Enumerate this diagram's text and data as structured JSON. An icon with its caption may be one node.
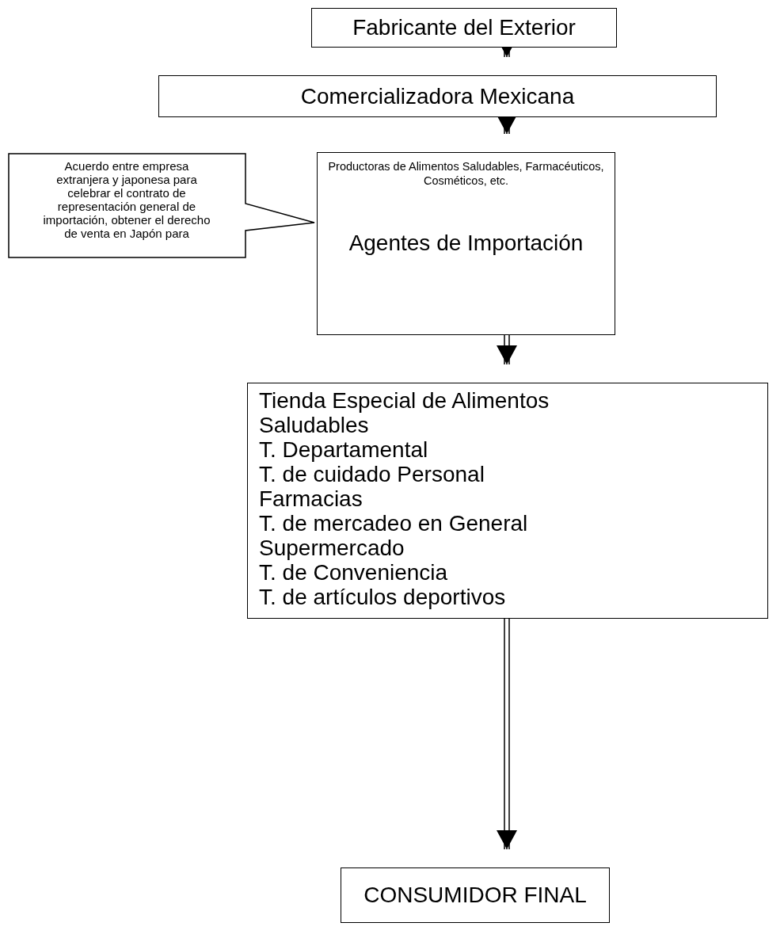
{
  "diagram": {
    "nodes": [
      {
        "text": [
          "Fabricante del Exterior"
        ]
      },
      {
        "text": [
          "Comercializadora Mexicana"
        ]
      },
      {
        "text": [
          "Acuerdo entre empresa extranjera y japonesa para celebrar el contrato de representación general de importación, obtener el derecho de venta en Japón para"
        ]
      },
      {
        "text": [
          "Productoras de Alimentos Saludables, Farmacéuticos, Cosméticos, etc.",
          "Agentes de Importación"
        ]
      },
      {
        "text": [
          "Tienda Especial de Alimentos Saludables",
          "T. Departamental",
          "T. de cuidado Personal",
          "Farmacias",
          "T. de mercadeo en General",
          "Supermercado",
          "T. de Conveniencia",
          "T. de artículos deportivos"
        ]
      },
      {
        "text": [
          "CONSUMIDOR FINAL"
        ]
      }
    ],
    "edges": [
      {
        "from": 0,
        "to": 1,
        "arrow": "to"
      },
      {
        "from": 1,
        "to": 3,
        "arrow": "to"
      },
      {
        "from": 3,
        "to": 4,
        "arrow": "to"
      },
      {
        "from": 4,
        "to": 5,
        "arrow": "to"
      }
    ]
  }
}
